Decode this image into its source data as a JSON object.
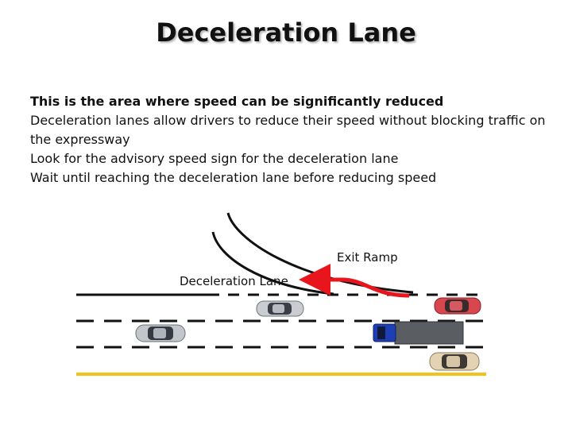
{
  "title": "Deceleration Lane",
  "bullets": [
    "This is the area where speed can be significantly reduced",
    "Deceleration lanes allow drivers to reduce their speed without blocking traffic on the expressway",
    "Look for the advisory speed sign for the deceleration lane",
    "Wait until reaching the deceleration lane before reducing speed"
  ],
  "diagram": {
    "exit_ramp_label": "Exit Ramp",
    "decel_lane_label": "Deceleration Lane",
    "colors": {
      "arrow": "#e8161c",
      "shoulder_line": "#f2c318",
      "lane_lines": "#111111"
    }
  }
}
